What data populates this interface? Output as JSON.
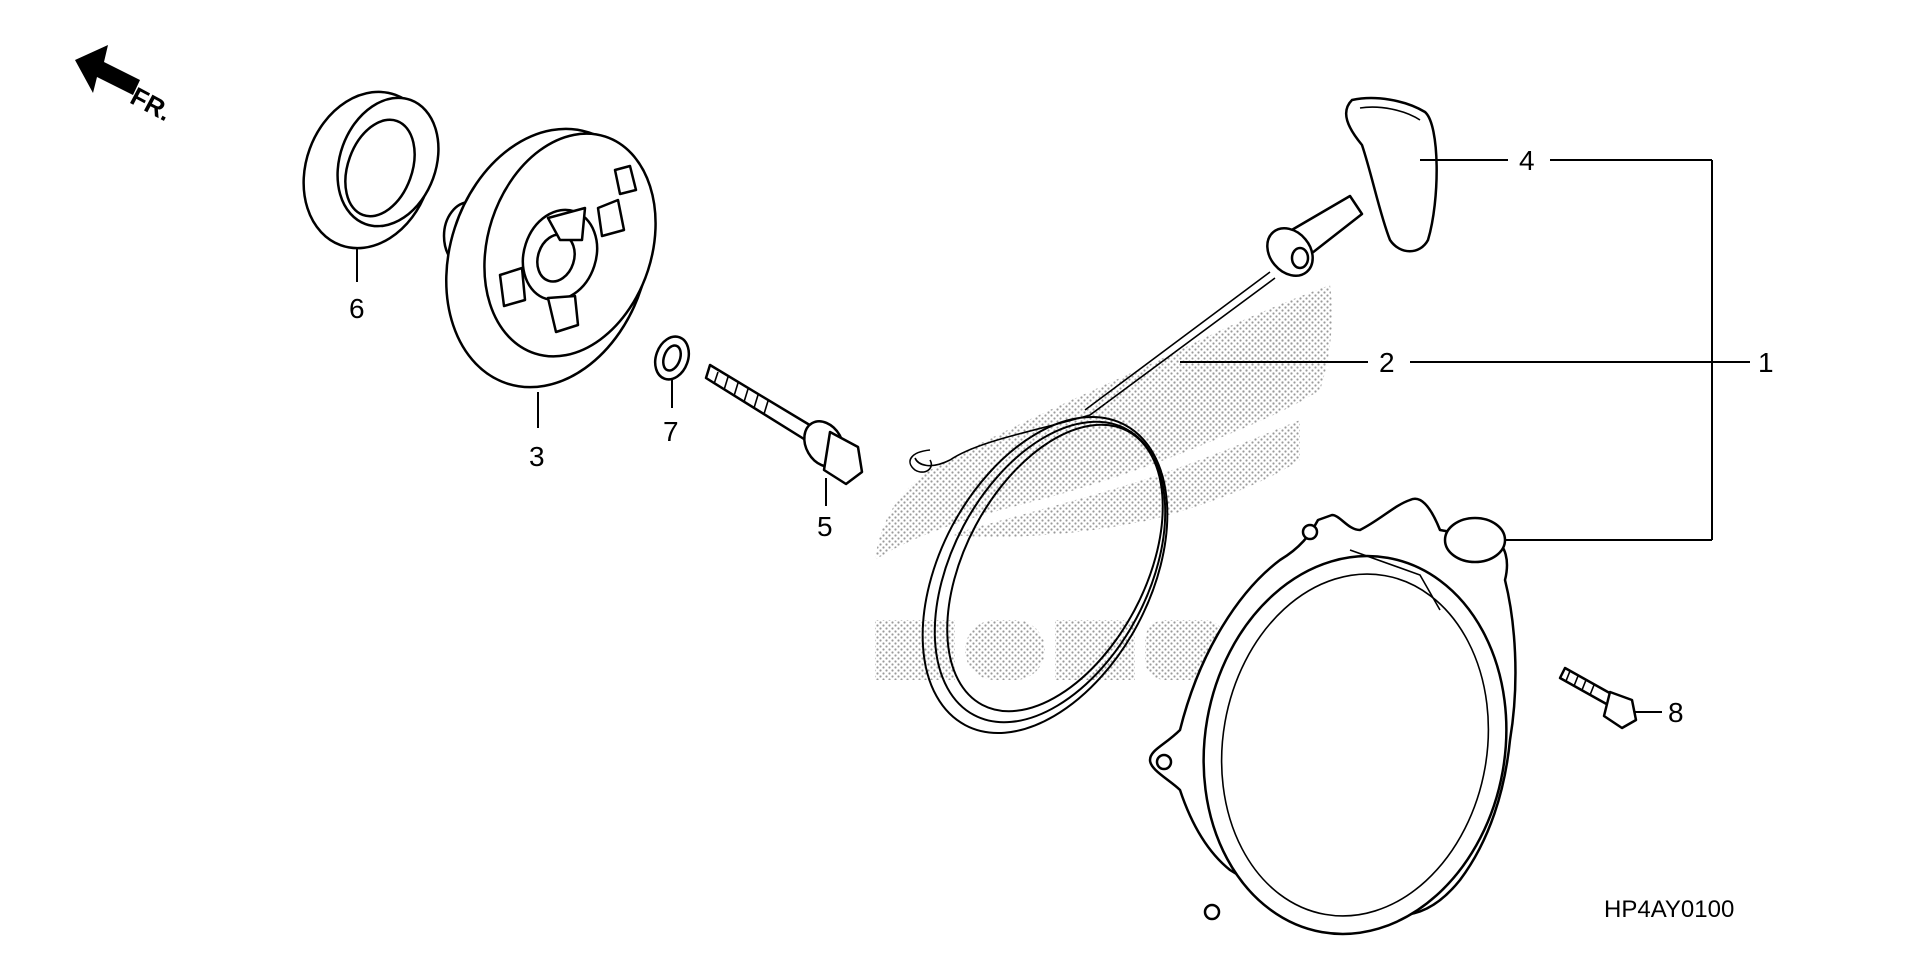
{
  "direction_indicator": {
    "label": "FR."
  },
  "watermark": {
    "brand": "HONDA"
  },
  "diagram_code": "HP4AY0100",
  "callouts": {
    "c1": "1",
    "c2": "2",
    "c3": "3",
    "c4": "4",
    "c5": "5",
    "c6": "6",
    "c7": "7",
    "c8": "8"
  }
}
